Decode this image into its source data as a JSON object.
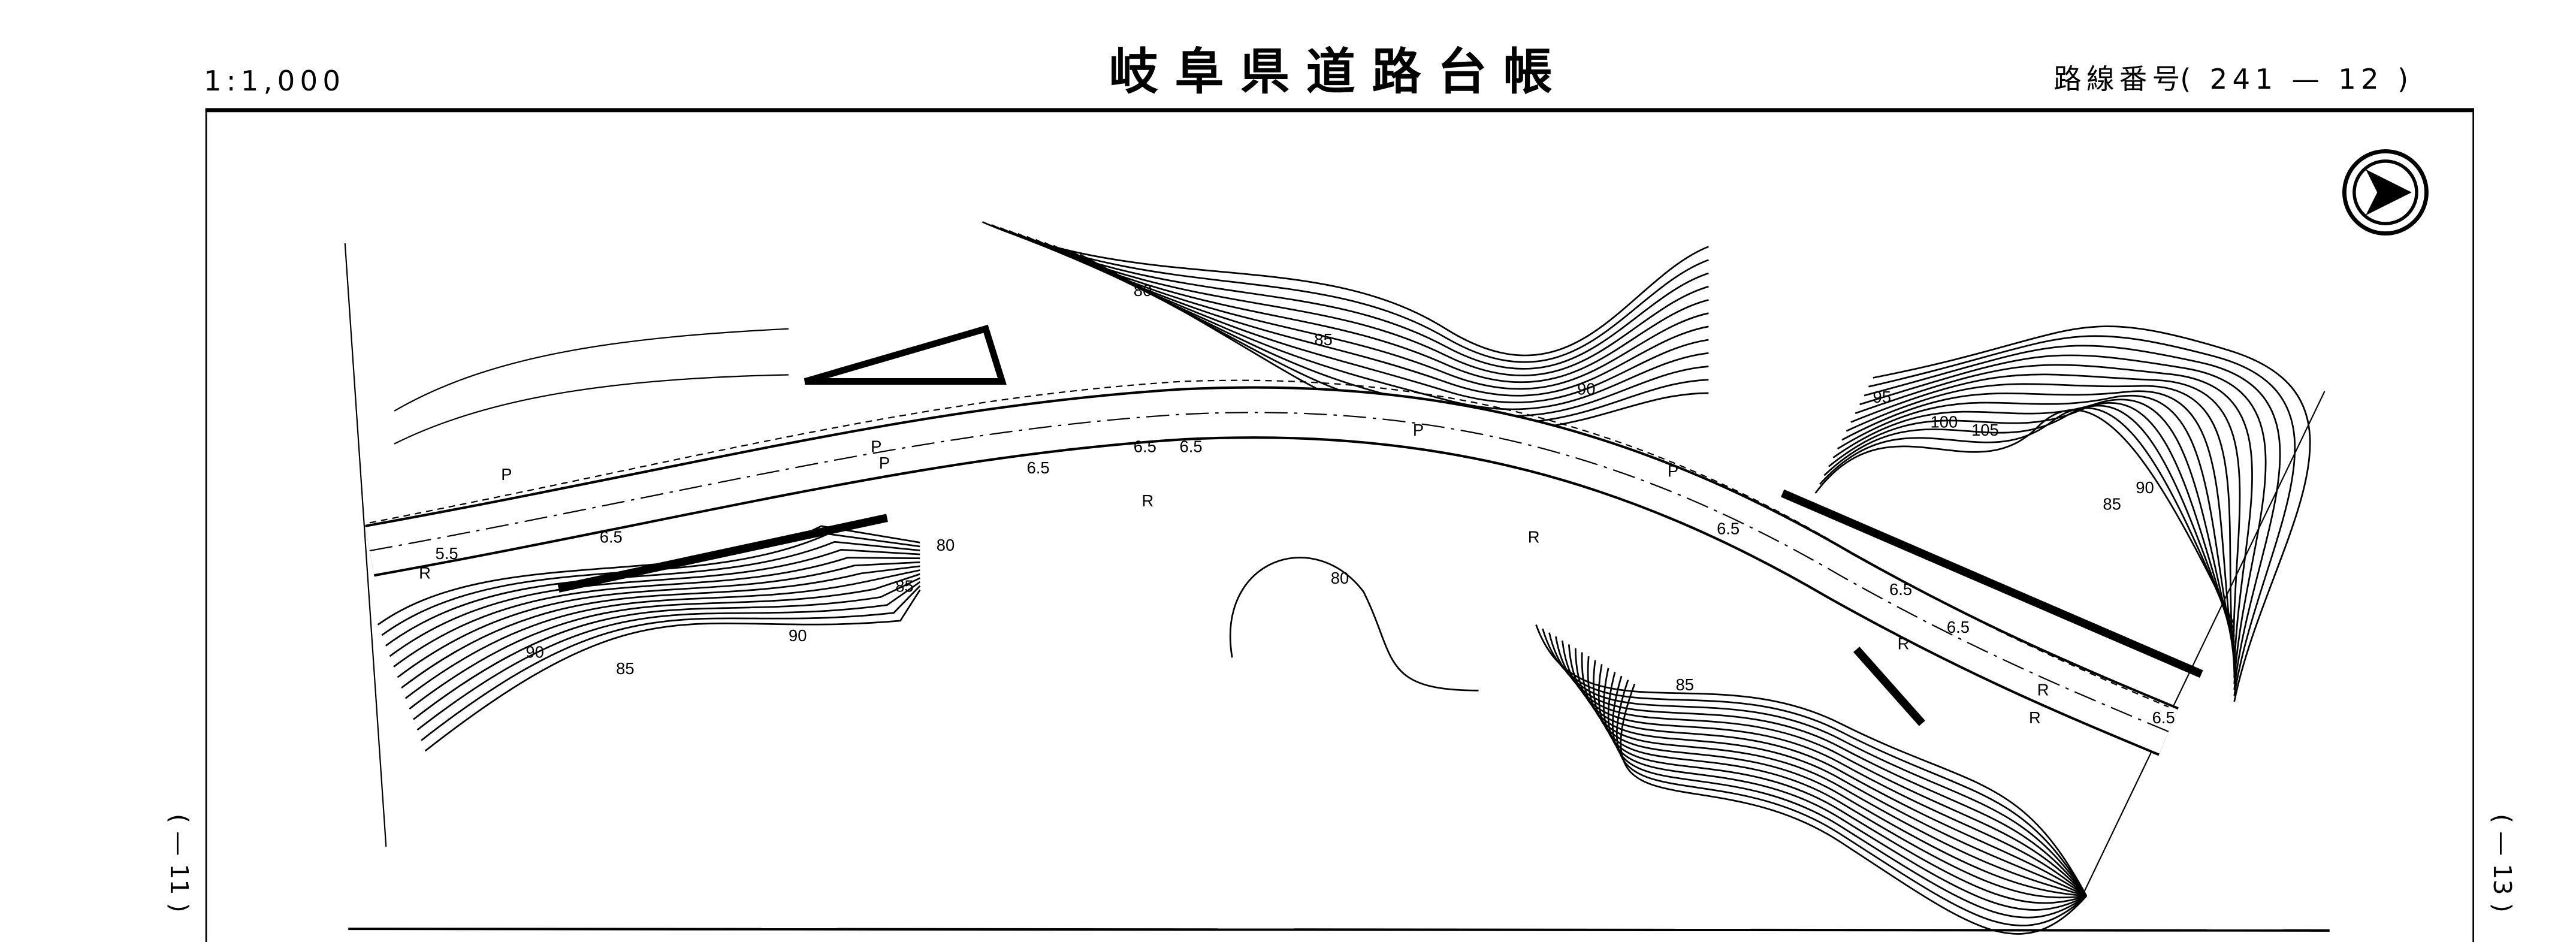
{
  "header": {
    "scale": "1:1,000",
    "title": "岐阜県道路台帳",
    "route_label": "路線番号",
    "route_number": "( 241 — 12 )"
  },
  "margins": {
    "left_sheet": "( — 11 )",
    "right_sheet": "( — 13 )"
  },
  "map": {
    "north_icon": "north-arrow-icon",
    "contour_labels": [
      "80",
      "85",
      "90",
      "80",
      "85",
      "90",
      "85",
      "90",
      "95",
      "100",
      "105",
      "85",
      "90",
      "80",
      "85"
    ],
    "road_labels": [
      "P",
      "P",
      "P",
      "P",
      "P",
      "R",
      "R",
      "R",
      "R",
      "R",
      "R",
      "6.5",
      "6.5",
      "6.5",
      "6.5",
      "6.5",
      "6.5",
      "6.5",
      "6.5",
      "5.5"
    ]
  }
}
